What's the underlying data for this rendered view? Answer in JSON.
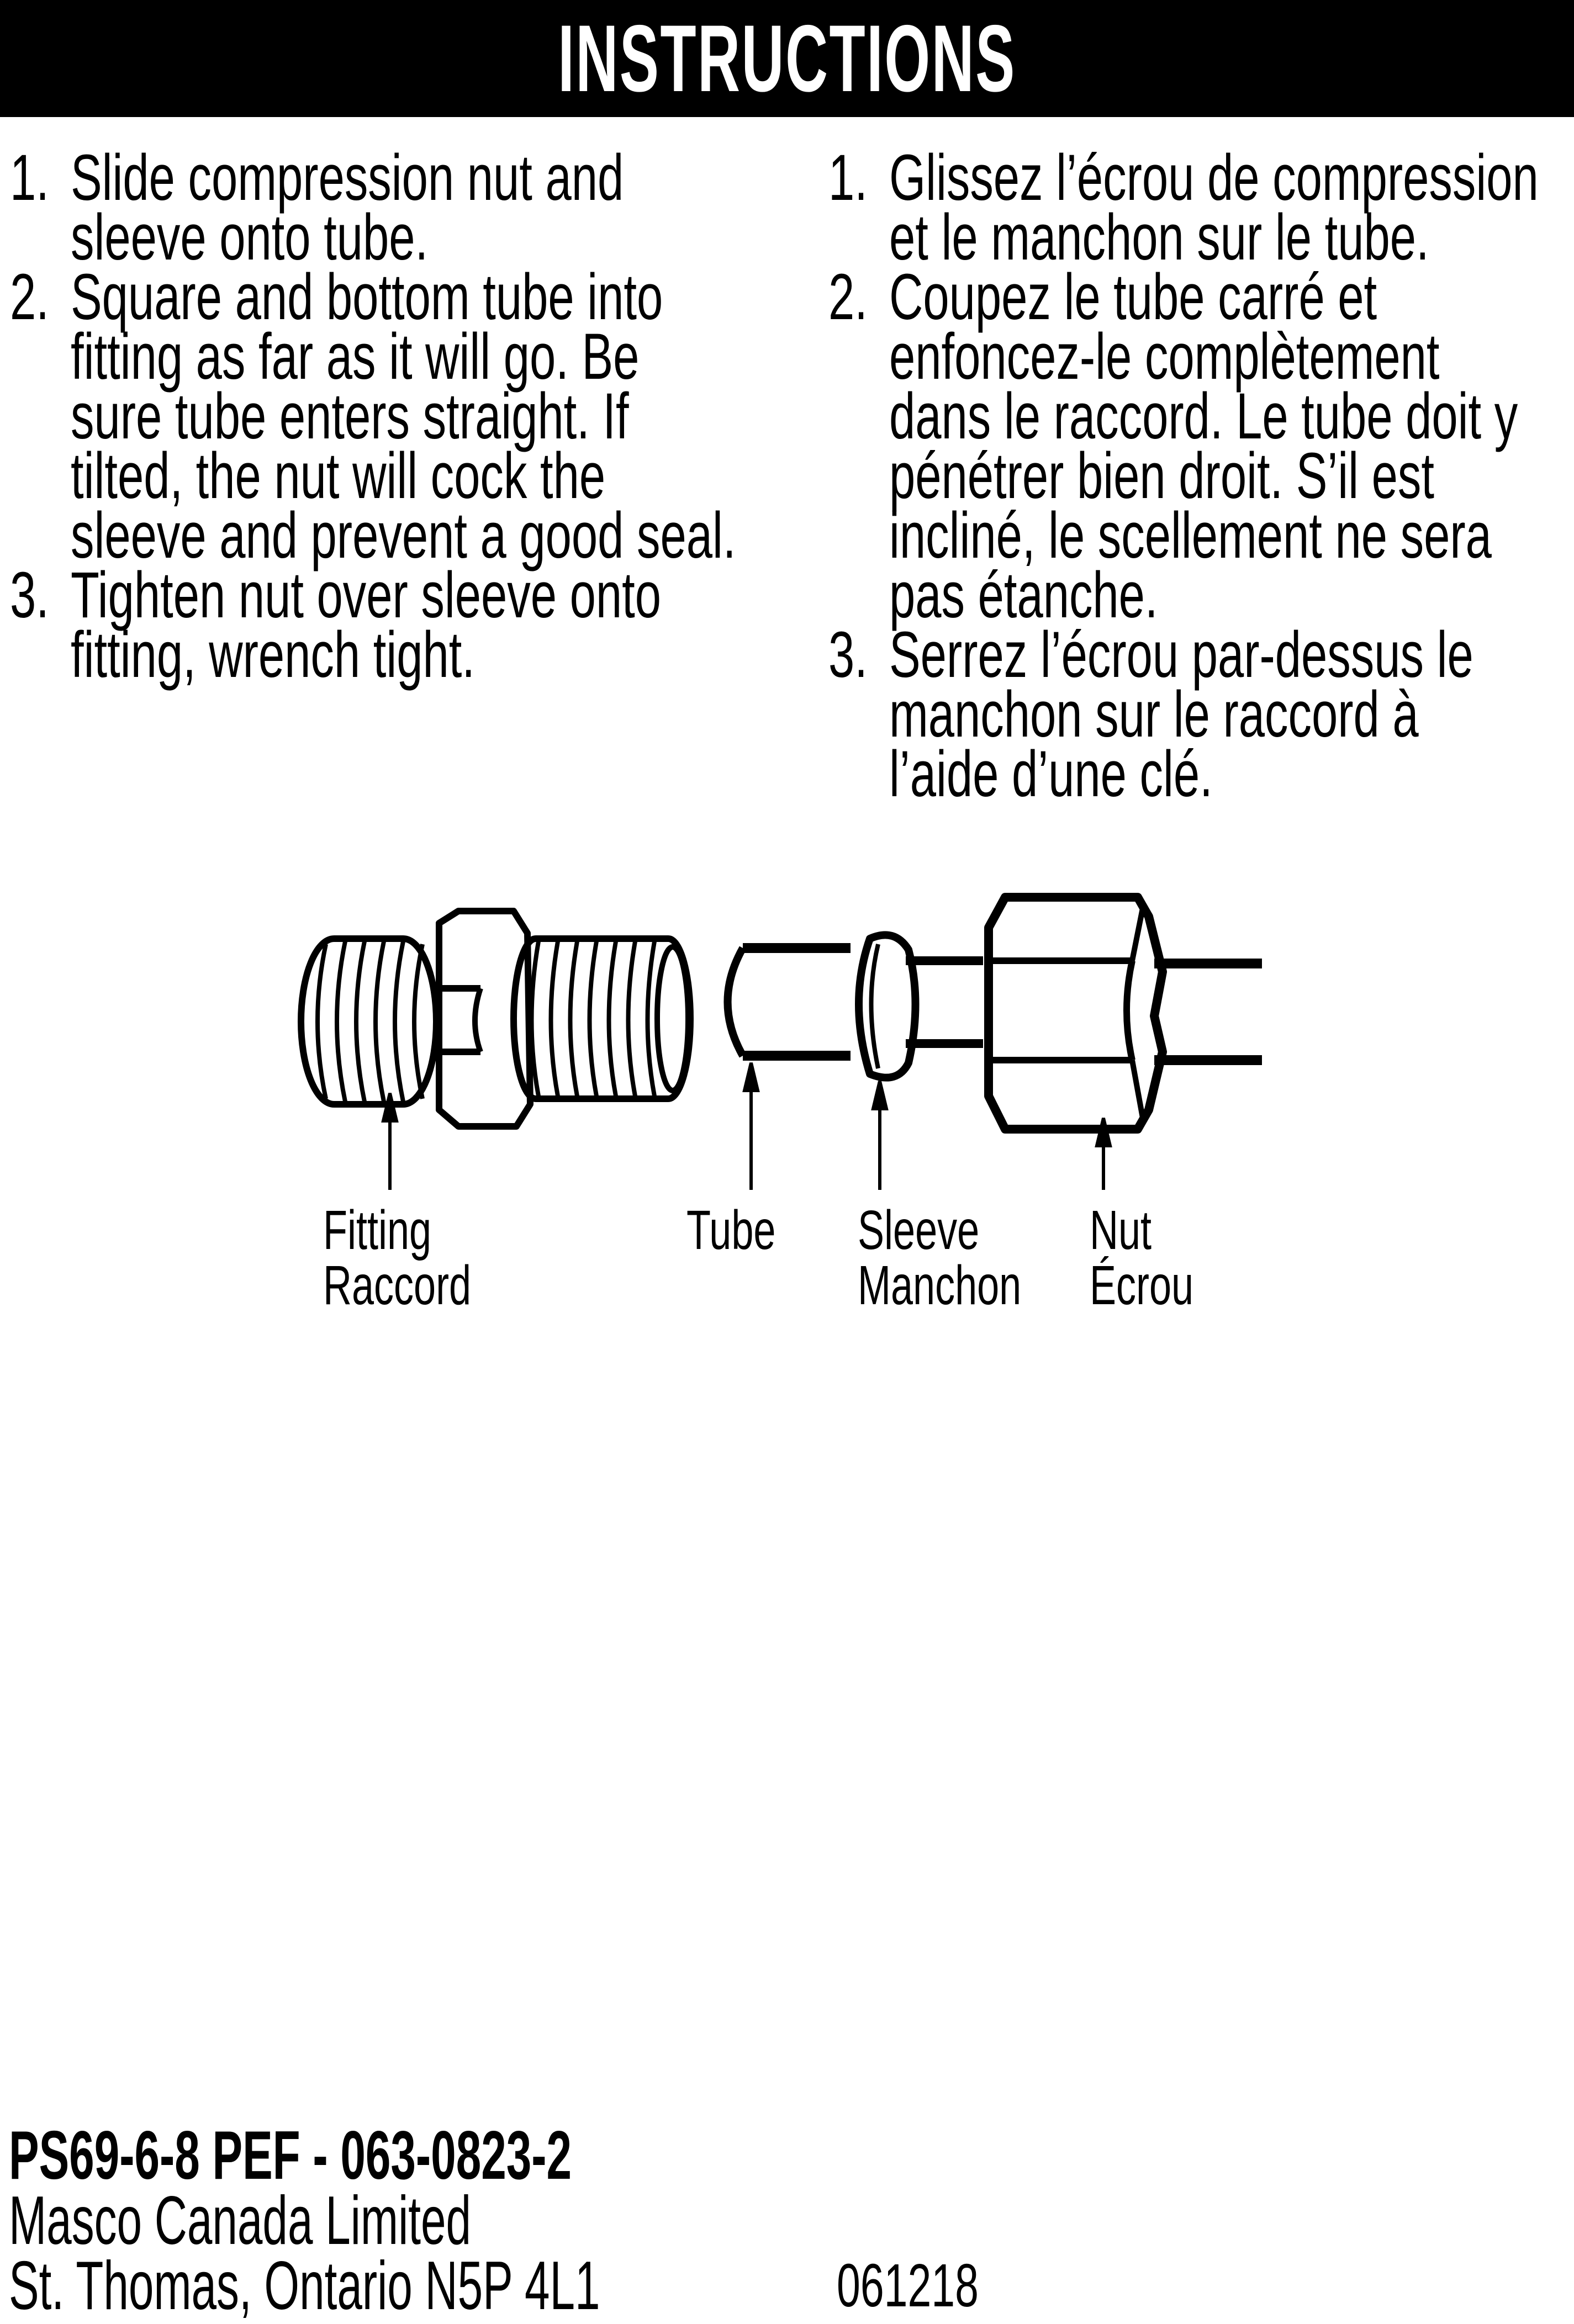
{
  "header": {
    "title": "INSTRUCTIONS"
  },
  "instructions_en": [
    {
      "num": "1.",
      "lines": [
        "Slide compression nut and",
        "sleeve onto tube."
      ]
    },
    {
      "num": "2.",
      "lines": [
        "Square and bottom tube into",
        "fitting as far as it will go. Be",
        "sure tube enters straight. If",
        "tilted, the nut will cock the",
        "sleeve and prevent a good seal."
      ]
    },
    {
      "num": "3.",
      "lines": [
        "Tighten nut over sleeve onto",
        "fitting, wrench tight."
      ]
    }
  ],
  "instructions_fr": [
    {
      "num": "1.",
      "lines": [
        "Glissez l’écrou de compression",
        "et le manchon sur le tube."
      ]
    },
    {
      "num": "2.",
      "lines": [
        "Coupez le tube carré et",
        "enfoncez-le complètement",
        "dans le raccord. Le tube doit y",
        "pénétrer bien droit. S’il est",
        "incliné, le scellement ne sera",
        "pas étanche."
      ]
    },
    {
      "num": "3.",
      "lines": [
        "Serrez l’écrou par-dessus le",
        "manchon sur le raccord à",
        "l’aide d’une clé."
      ]
    }
  ],
  "diagram": {
    "labels": {
      "fitting": {
        "en": "Fitting",
        "fr": "Raccord"
      },
      "tube": {
        "en": "Tube"
      },
      "sleeve": {
        "en": "Sleeve",
        "fr": "Manchon"
      },
      "nut": {
        "en": "Nut",
        "fr": "Écrou"
      }
    }
  },
  "footer": {
    "part_number": "PS69-6-8 PEF - 063-0823-2",
    "company": "Masco Canada Limited",
    "address": "St. Thomas, Ontario  N5P 4L1",
    "date_code": "061218"
  }
}
